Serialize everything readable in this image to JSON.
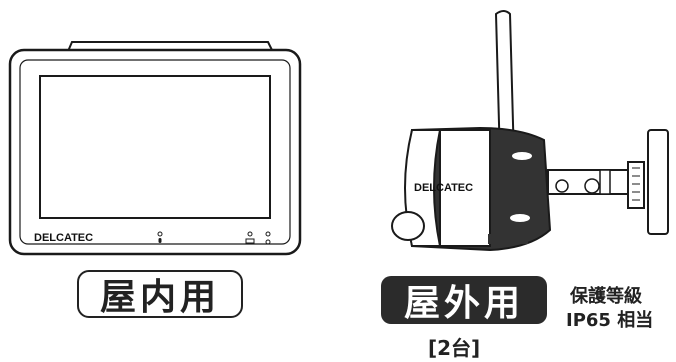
{
  "monitor": {
    "brand": "DELCATEC"
  },
  "camera": {
    "brand": "DELCATEC"
  },
  "labels": {
    "indoor": "屋内用",
    "outdoor": "屋外用",
    "protection_line1": "保護等級",
    "protection_line2": "IP65 相当",
    "quantity": "[2台]"
  },
  "colors": {
    "outline": "#1a1a1a",
    "outdoor_badge": "#2b2b2b",
    "camera_body": "#333333"
  }
}
